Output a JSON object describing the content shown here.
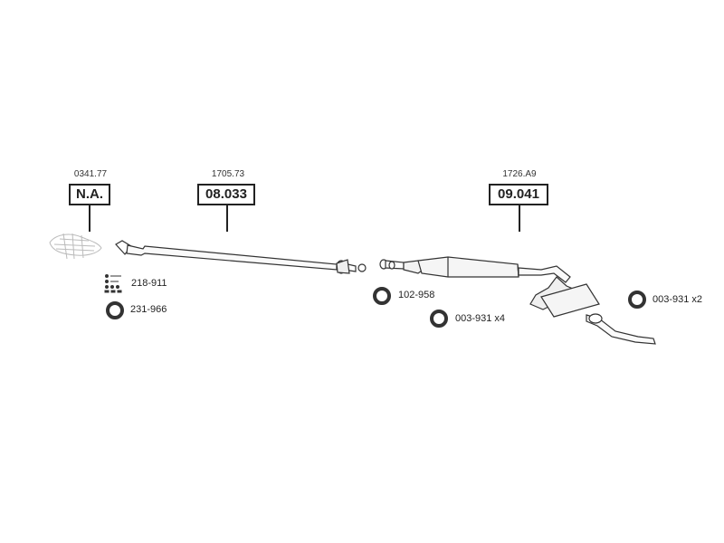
{
  "parts": [
    {
      "code": "0341.77",
      "number": "N.A."
    },
    {
      "code": "1705.73",
      "number": "08.033"
    },
    {
      "code": "1726.A9",
      "number": "09.041"
    }
  ],
  "accessories": [
    {
      "label": "218-911",
      "icon": "bolt-kit-icon"
    },
    {
      "label": "231-966",
      "icon": "ring-icon"
    },
    {
      "label": "102-958",
      "icon": "ring-icon"
    },
    {
      "label": "003-931 x4",
      "icon": "ring-icon"
    },
    {
      "label": "003-931 x2",
      "icon": "ring-icon"
    }
  ]
}
